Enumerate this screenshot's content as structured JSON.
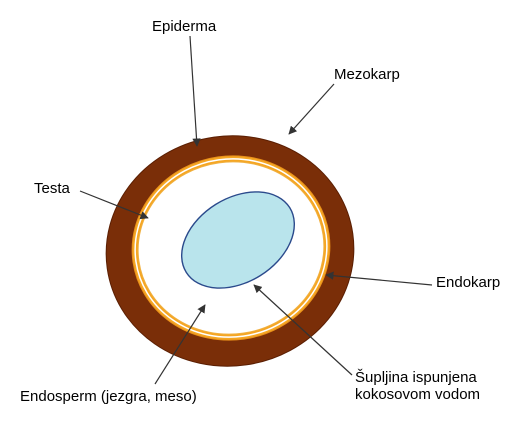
{
  "labels": {
    "epiderma": "Epiderma",
    "mezokarp": "Mezokarp",
    "testa": "Testa",
    "endokarp": "Endokarp",
    "endosperm": "Endosperm (jezgra, meso)",
    "supljina_line1": "Šupljina ispunjena",
    "supljina_line2": "kokosovom vodom"
  },
  "colors": {
    "mesocarp": "#7a2e08",
    "mesocarp_edge": "#5a1e02",
    "endocarp": "#f5a623",
    "testa_white": "#ffffff",
    "cavity": "#b9e4ec",
    "cavity_edge": "#2b4a8c",
    "arrow": "#333333"
  }
}
